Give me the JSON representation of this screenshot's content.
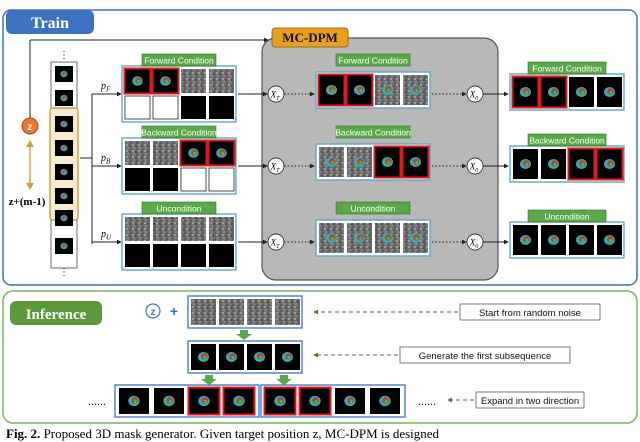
{
  "train": {
    "title": "Train",
    "z_label": "z",
    "zm_label": "z+(m-1)",
    "mcdpm_title": "MC-DPM",
    "rows": [
      {
        "p_label": "p",
        "p_sub": "F",
        "label": "Forward Condition",
        "x_t_sub": "T"
      },
      {
        "p_label": "p",
        "p_sub": "B",
        "label": "Backward Condition",
        "x_t_sub": "T"
      },
      {
        "p_label": "p",
        "p_sub": "U",
        "label": "Uncondition",
        "x_t_sub": "T"
      }
    ],
    "x_node": "X",
    "x0_sub": "0"
  },
  "inference": {
    "title": "Inference",
    "z_label": "z",
    "plus": "+",
    "steps": [
      "Start from random noise",
      "Generate the first subsequence",
      "Expand in two direction"
    ],
    "dots_left": "......",
    "dots_right": "......"
  },
  "caption": {
    "prefix": "Fig. 2.",
    "text": "Proposed 3D mask generator. Given target position z, MC-DPM is designed"
  },
  "colors": {
    "green_label": "#5aa84a",
    "red_border": "#e01a1a",
    "cyan_box": "#5fa8c8",
    "train_header": "#3c72c0",
    "mcdpm_bg": "#b8b8b8",
    "mcdpm_header": "#e8a020",
    "inference_border": "#7bb35c"
  }
}
